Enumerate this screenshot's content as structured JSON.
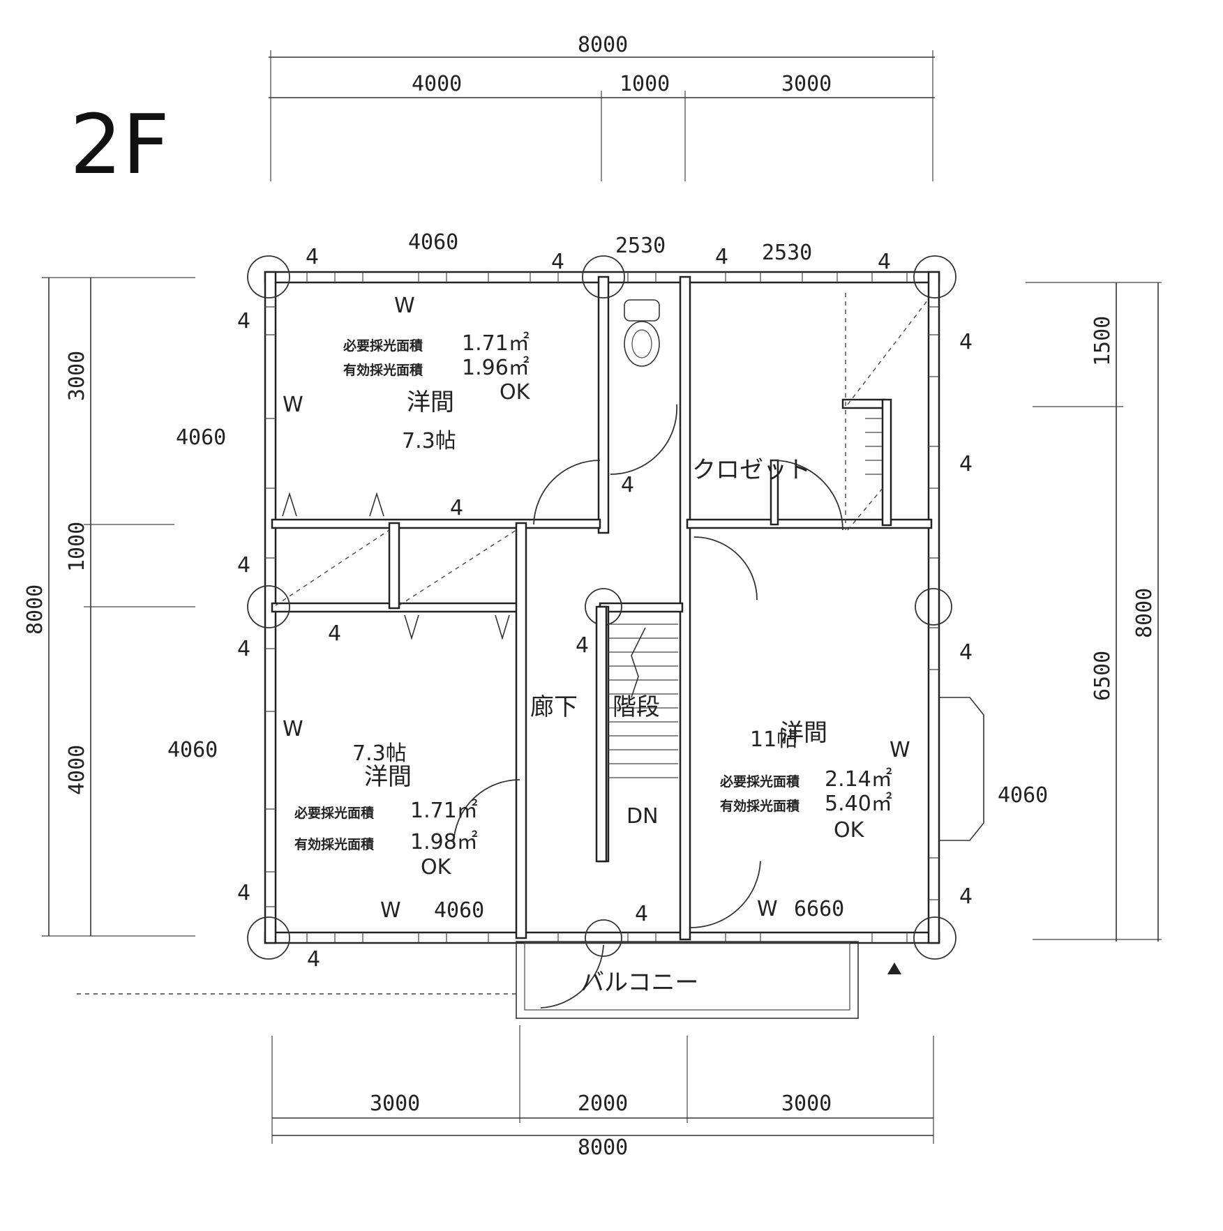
{
  "floor_label": "2F",
  "dimensions": {
    "top_total": "8000",
    "top_segments": [
      "4000",
      "1000",
      "3000"
    ],
    "bottom_segments": [
      "3000",
      "2000",
      "3000"
    ],
    "bottom_total": "8000",
    "left_total": "8000",
    "left_segments": [
      "3000",
      "1000",
      "4000"
    ],
    "right_segments": [
      "1500",
      "6500"
    ],
    "right_total": "8000",
    "wall_top_a": "4060",
    "wall_top_b": "2530",
    "wall_top_c": "2530",
    "wall_left_a": "4060",
    "wall_left_b": "4060",
    "wall_right": "4060",
    "wall_bottom_a": "4060",
    "wall_bottom_b": "6660"
  },
  "rooms": {
    "room_nw": {
      "name": "洋間",
      "area": "7.3帖",
      "req_label": "必要採光面積",
      "req_value": "1.71㎡",
      "eff_label": "有効採光面積",
      "eff_value": "1.96㎡",
      "result": "OK"
    },
    "room_sw": {
      "name": "洋間",
      "area": "7.3帖",
      "req_label": "必要採光面積",
      "req_value": "1.71㎡",
      "eff_label": "有効採光面積",
      "eff_value": "1.98㎡",
      "result": "OK"
    },
    "room_e": {
      "name": "洋間",
      "area": "11帖",
      "req_label": "必要採光面積",
      "req_value": "2.14㎡",
      "eff_label": "有効採光面積",
      "eff_value": "5.40㎡",
      "result": "OK"
    },
    "closet": "クロゼット",
    "hallway": "廊下",
    "stairs": "階段",
    "down": "DN",
    "balcony": "バルコニー"
  },
  "symbols": {
    "window": "W",
    "wall_mark": "4"
  }
}
